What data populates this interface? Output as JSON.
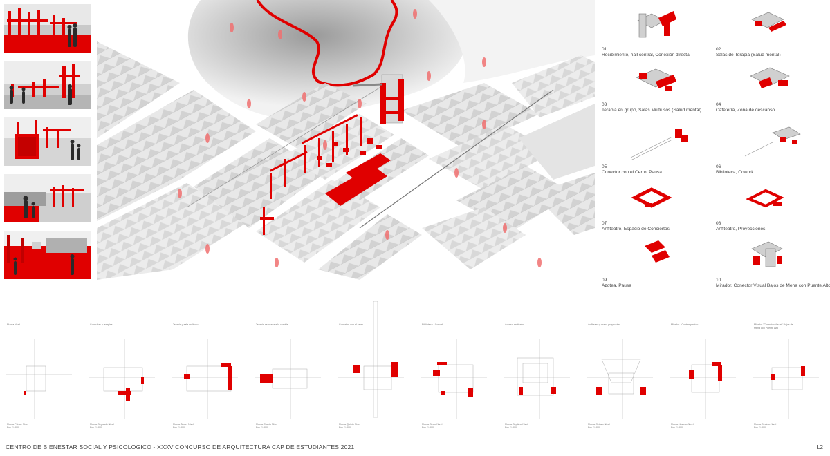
{
  "board": {
    "footer_title": "CENTRO DE BIENESTAR SOCIAL Y PSICOLOGICO  - XXXV CONCURSO DE ARQUITECTURA CAP DE ESTUDIANTES 2021",
    "page_number": "L2"
  },
  "colors": {
    "accent_red": "#e00000",
    "grey_light": "#e6e6e6",
    "grey_dark": "#8a8a8a"
  },
  "perspectives": [
    {
      "name": "perspective-1"
    },
    {
      "name": "perspective-2"
    },
    {
      "name": "perspective-3"
    },
    {
      "name": "perspective-4"
    },
    {
      "name": "perspective-5"
    }
  ],
  "modules": [
    {
      "num": "01",
      "desc": "Recibimiento, hall central, Conexión directa"
    },
    {
      "num": "02",
      "desc": "Salas de Terapia (Salud mental)"
    },
    {
      "num": "03",
      "desc": "Terapia en grupo, Salas Multiusos  (Salud mental)"
    },
    {
      "num": "04",
      "desc": "Cafetería, Zona de descanso"
    },
    {
      "num": "05",
      "desc": "Conector con el Cerro, Pausa"
    },
    {
      "num": "06",
      "desc": "Biblioteca, Cowork"
    },
    {
      "num": "07",
      "desc": "Anfiteatro, Espacio de Conciertos"
    },
    {
      "num": "08",
      "desc": "Anfiteatro, Proyecciones"
    },
    {
      "num": "09",
      "desc": "Azotea, Pausa"
    },
    {
      "num": "10",
      "desc": "Mirador, Conector Visual Bajos de Mena con Puente Alto"
    }
  ],
  "plans": [
    {
      "top": "Planta Nivel",
      "level": "Planta Primer Nivel",
      "scale": "Esc. 1:800"
    },
    {
      "top": "Consultas y terapias",
      "level": "Planta Segundo Nivel",
      "scale": "Esc. 1:800"
    },
    {
      "top": "Terapia y sala multiuso",
      "level": "Planta Tercer Nivel",
      "scale": "Esc. 1:800"
    },
    {
      "top": "Terapia asociada a la comida",
      "level": "Planta Cuarto Nivel",
      "scale": "Esc. 1:800"
    },
    {
      "top": "Conexion con el cerro",
      "level": "Planta Quinto Nivel",
      "scale": "Esc. 1:800"
    },
    {
      "top": "Biblioteca - Cowork",
      "level": "Planta Sexto Nivel",
      "scale": "Esc. 1:800"
    },
    {
      "top": "Acceso anfiteatro",
      "level": "Planta Septimo Nivel",
      "scale": "Esc. 1:800"
    },
    {
      "top": "Anfiteatro y mano proyeccion",
      "level": "Planta Octavo Nivel",
      "scale": "Esc. 1:800"
    },
    {
      "top": "Mirador - Contemplacion",
      "level": "Planta Noveno Nivel",
      "scale": "Esc. 1:800"
    },
    {
      "top": "Mirador \"Conexion Visual\" Bajos de Mena con Puente Alto",
      "level": "Planta Decimo Nivel",
      "scale": "Esc. 1:800"
    }
  ]
}
